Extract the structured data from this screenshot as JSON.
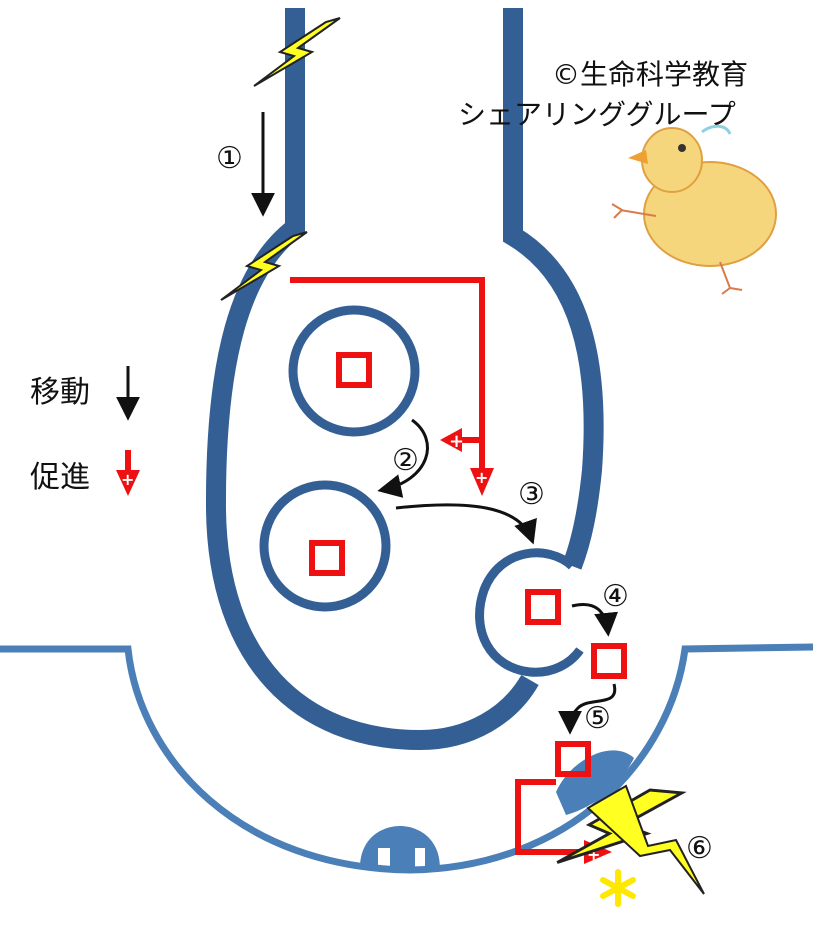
{
  "copyright": {
    "line1": "©生命科学教育",
    "line2": "シェアリンググループ"
  },
  "legend": {
    "move_label": "移動",
    "promote_label": "促進"
  },
  "steps": [
    "①",
    "②",
    "③",
    "④",
    "⑤",
    "⑥"
  ],
  "colors": {
    "membrane": "#345f94",
    "membrane_light": "#4a7fb8",
    "transmitter": "#ee1111",
    "lightning_fill": "#ffff22",
    "lightning_stroke": "#222222",
    "asterisk": "#ffe800"
  },
  "icons": {
    "action_potential": "lightning-icon",
    "chick": "chick-illustration",
    "asterisk": "asterisk-icon"
  }
}
